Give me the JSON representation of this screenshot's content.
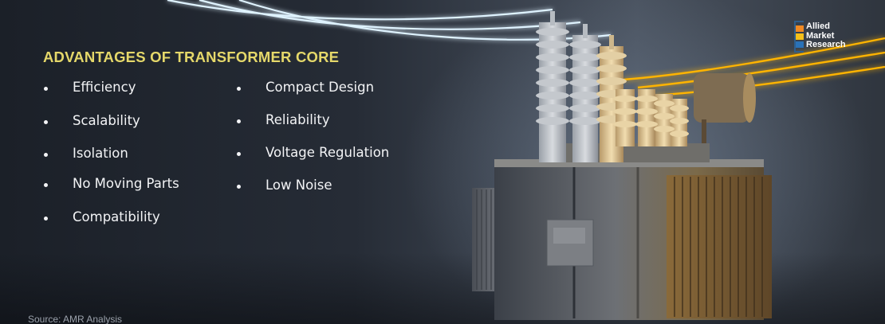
{
  "title": "ADVANTAGES OF TRANSFORMER CORE",
  "advantages_left": [
    "Efficiency",
    "Scalability",
    "Isolation",
    "No Moving Parts",
    "Compatibility"
  ],
  "advantages_right": [
    "Compact Design",
    "Reliability",
    "Voltage Regulation",
    "Low Noise"
  ],
  "source": "Source: AMR Analysis",
  "logo": {
    "line1": "Allied",
    "line2": "Market",
    "line3": "Research"
  },
  "colors": {
    "title": "#e5d86a",
    "text": "#f3f4f6",
    "wire_cool": "#dff3ff",
    "wire_warm": "#ffb400",
    "logo_frame": "#2f5e8c",
    "logo_orange": "#f08a24",
    "logo_yellow": "#f5c01a",
    "logo_blue": "#2a72b8"
  }
}
